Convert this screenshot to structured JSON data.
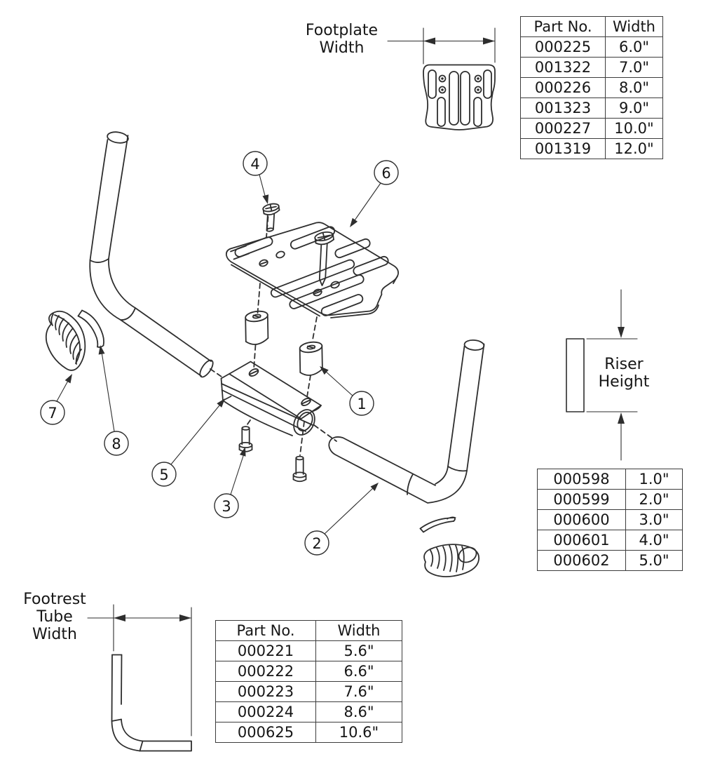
{
  "labels": {
    "footplate_width": {
      "lines": [
        "Footplate",
        "Width"
      ]
    },
    "riser_height": {
      "lines": [
        "Riser",
        "Height"
      ]
    },
    "footrest_tube_width": {
      "lines": [
        "Footrest",
        "Tube",
        "Width"
      ]
    }
  },
  "callouts": {
    "numbers": [
      "1",
      "2",
      "3",
      "4",
      "5",
      "6",
      "7",
      "8"
    ]
  },
  "tables": {
    "footplate": {
      "headers": [
        "Part No.",
        "Width"
      ],
      "rows": [
        [
          "000225",
          "6.0\""
        ],
        [
          "001322",
          "7.0\""
        ],
        [
          "000226",
          "8.0\""
        ],
        [
          "001323",
          "9.0\""
        ],
        [
          "000227",
          "10.0\""
        ],
        [
          "001319",
          "12.0\""
        ]
      ]
    },
    "riser": {
      "rows": [
        [
          "000598",
          "1.0\""
        ],
        [
          "000599",
          "2.0\""
        ],
        [
          "000600",
          "3.0\""
        ],
        [
          "000601",
          "4.0\""
        ],
        [
          "000602",
          "5.0\""
        ]
      ]
    },
    "footrest_tube": {
      "headers": [
        "Part No.",
        "Width"
      ],
      "rows": [
        [
          "000221",
          "5.6\""
        ],
        [
          "000222",
          "6.6\""
        ],
        [
          "000223",
          "7.6\""
        ],
        [
          "000224",
          "8.6\""
        ],
        [
          "000625",
          "10.6\""
        ]
      ]
    }
  },
  "colors": {
    "line": "#2e2e2e",
    "text": "#161616",
    "table_border": "#3c3c3c",
    "background": "#ffffff"
  }
}
